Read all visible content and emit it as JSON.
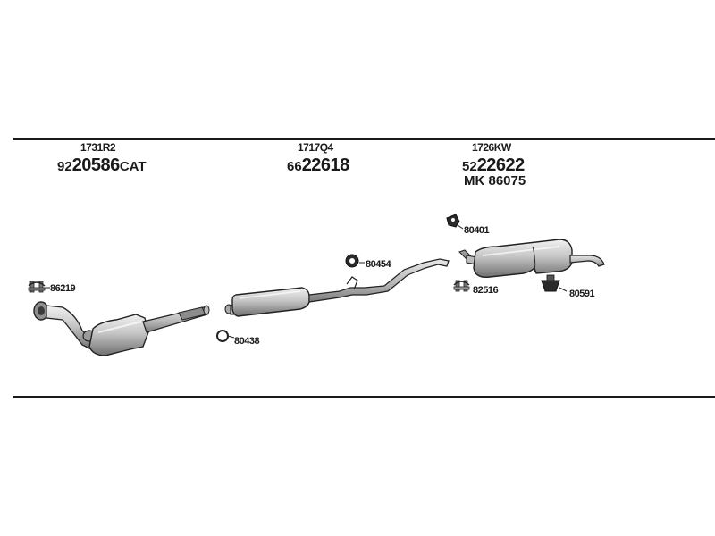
{
  "groups": [
    {
      "code": "1731R2",
      "prefix": "92",
      "number": "20586",
      "suffix": "CAT"
    },
    {
      "code": "1717Q4",
      "prefix": "66",
      "number": "22618",
      "suffix": ""
    },
    {
      "code": "1726KW",
      "prefix": "52",
      "number": "22622",
      "suffix": "",
      "extra": "MK  86075"
    }
  ],
  "parts": {
    "p86219": "86219",
    "p80438": "80438",
    "p80454": "80454",
    "p80401": "80401",
    "p82516": "82516",
    "p80591": "80591"
  },
  "colors": {
    "line": "#1a1a1a",
    "metal_light": "#dcdcdc",
    "metal_mid": "#a9a9a9",
    "metal_dark": "#5e5e5e"
  }
}
